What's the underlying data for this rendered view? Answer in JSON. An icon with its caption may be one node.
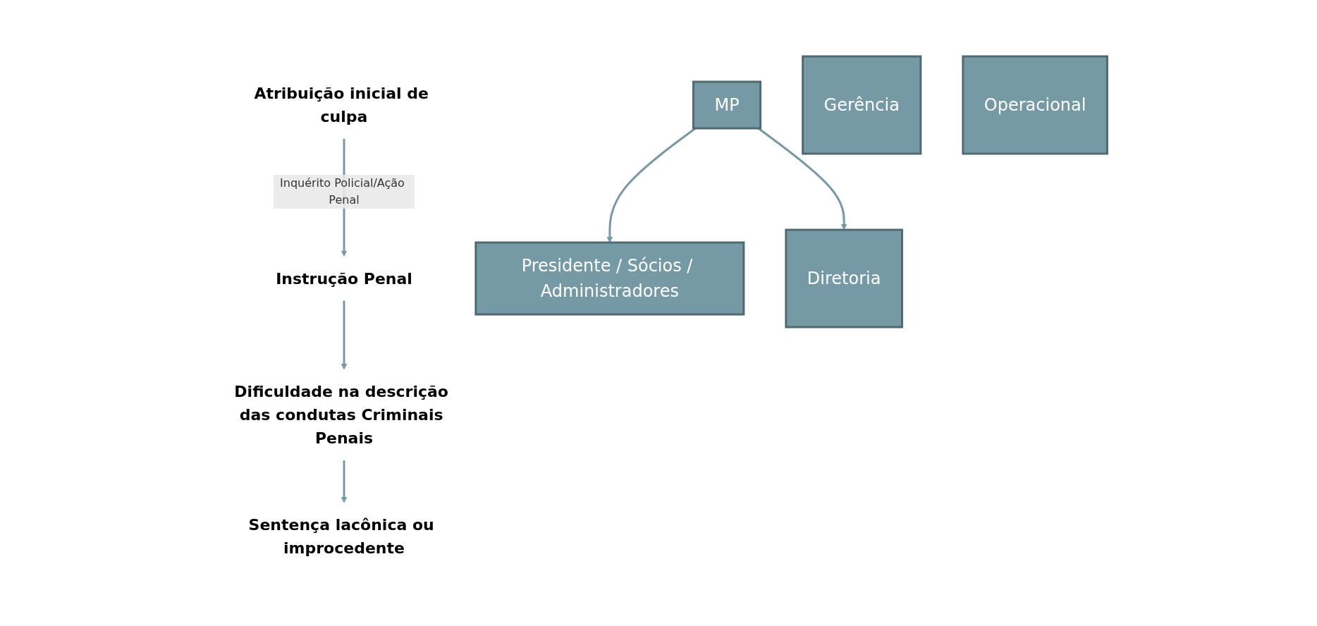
{
  "diagram": {
    "nodes": [
      {
        "text": [
          "Instrução Penal"
        ]
      },
      {
        "text": [
          "Dificuldade na descrição das condutas Criminais Penais"
        ]
      },
      {
        "text": [
          "Sentença lacônica ou improcedente"
        ]
      },
      {
        "text": [
          "Atribuição inicial de culpa"
        ]
      },
      {
        "text": [
          "MP"
        ]
      },
      {
        "text": [
          "Presidente / Sócios / Administradores"
        ]
      },
      {
        "text": [
          "Diretoria"
        ]
      },
      {
        "text": [
          "Gerência"
        ]
      },
      {
        "text": [
          "Operacional"
        ]
      }
    ],
    "edges": [
      {
        "from": 3,
        "to": 0,
        "arrow": "to",
        "label": "Inquérito Policial/Ação Penal"
      },
      {
        "from": 0,
        "to": 1,
        "arrow": "to"
      },
      {
        "from": 1,
        "to": 2,
        "arrow": "to"
      },
      {
        "from": 4,
        "to": 5,
        "arrow": "to"
      },
      {
        "from": 4,
        "to": 6,
        "arrow": "to"
      }
    ]
  }
}
